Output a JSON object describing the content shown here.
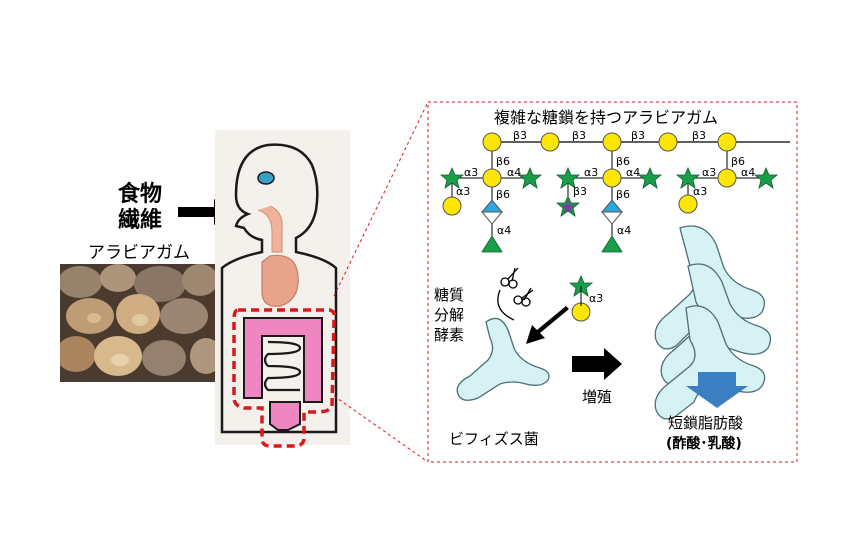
{
  "left": {
    "dietary_fiber_line1": "食物",
    "dietary_fiber_line2": "繊維",
    "gum_arabic_label": "アラビアガム"
  },
  "panel": {
    "title": "複雑な糖鎖を持つアラビアガム",
    "enzyme_line1": "糖質",
    "enzyme_line2": "分解",
    "enzyme_line3": "酵素",
    "bifido_label": "ビフィズス菌",
    "growth_label": "増殖",
    "scfa_line1": "短鎖脂肪酸",
    "scfa_line2": "(酢酸･乳酸)"
  },
  "glycan": {
    "backbone_bonds": [
      "β3",
      "β3",
      "β3",
      "β3"
    ],
    "branch1": {
      "b6": "β6",
      "a3": "α3",
      "a4": "α4",
      "b6b": "β6",
      "a4b": "α4"
    },
    "branch2": {
      "b3": "β3",
      "a3": "α3",
      "b6": "β6",
      "a4": "α4",
      "b6b": "β6",
      "a4b": "α4"
    },
    "branch3": {
      "a3": "α3",
      "b6": "β6",
      "a4": "α4",
      "a3b": "α3"
    },
    "released": {
      "a3": "α3"
    }
  },
  "colors": {
    "galactose": "#ffe600",
    "arabinose": "#1a9e4a",
    "rhamnose": "#7a3fa0",
    "glucuronic": "#29a8e0",
    "bacteria": "#d6f2f4",
    "scfa_arrow": "#3a7fc1",
    "intestine": "#e87ab8",
    "dashed_red": "#d8191c"
  }
}
